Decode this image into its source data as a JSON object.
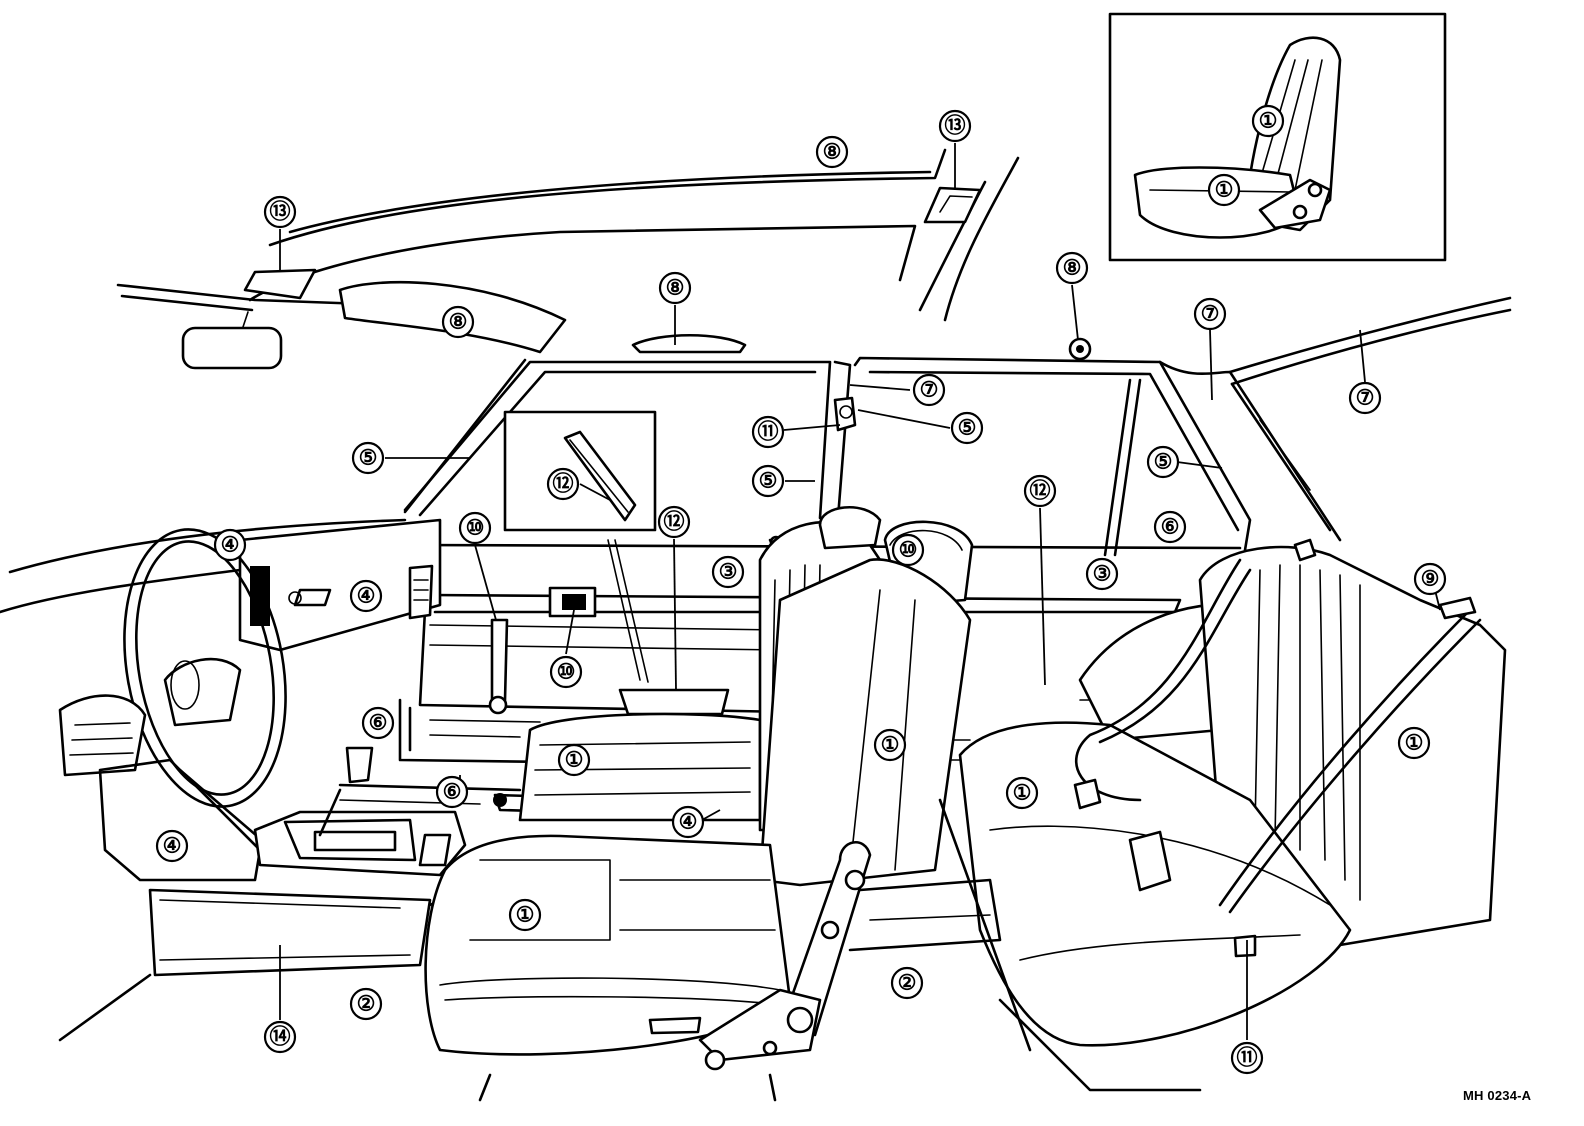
{
  "figure": {
    "code": "MH 0234-A",
    "callouts": [
      {
        "id": "c-1-inset-back",
        "label": "①"
      },
      {
        "id": "c-1-inset-cushion",
        "label": "①"
      },
      {
        "id": "c-1-front-cushion-rear",
        "label": "①"
      },
      {
        "id": "c-1-front-back",
        "label": "①"
      },
      {
        "id": "c-1-front-cushion",
        "label": "①"
      },
      {
        "id": "c-1-rear-cushion",
        "label": "①"
      },
      {
        "id": "c-1-rear-back",
        "label": "①"
      },
      {
        "id": "c-2-floor-left",
        "label": "②"
      },
      {
        "id": "c-2-floor-center",
        "label": "②"
      },
      {
        "id": "c-3-front-door-panel",
        "label": "③"
      },
      {
        "id": "c-3-rear-quarter-panel",
        "label": "③"
      },
      {
        "id": "c-4-instrument-panel-upper",
        "label": "④"
      },
      {
        "id": "c-4-instrument-panel-center",
        "label": "④"
      },
      {
        "id": "c-4-lower-panel",
        "label": "④"
      },
      {
        "id": "c-4-console",
        "label": "④"
      },
      {
        "id": "c-5-front-pillar",
        "label": "⑤"
      },
      {
        "id": "c-5-center-pillar-lower",
        "label": "⑤"
      },
      {
        "id": "c-5-center-pillar-upper",
        "label": "⑤"
      },
      {
        "id": "c-5-rear-window",
        "label": "⑤"
      },
      {
        "id": "c-6-kick-panel",
        "label": "⑥"
      },
      {
        "id": "c-6-scuff-plate",
        "label": "⑥"
      },
      {
        "id": "c-6-quarter-trim",
        "label": "⑥"
      },
      {
        "id": "c-7-center-pillar",
        "label": "⑦"
      },
      {
        "id": "c-7-roof-rail",
        "label": "⑦"
      },
      {
        "id": "c-7-rear-pillar",
        "label": "⑦"
      },
      {
        "id": "c-8-roof-top",
        "label": "⑧"
      },
      {
        "id": "c-8-sun-visor",
        "label": "⑧"
      },
      {
        "id": "c-8-assist-grip",
        "label": "⑧"
      },
      {
        "id": "c-8-coat-hook",
        "label": "⑧"
      },
      {
        "id": "c-9-seat-belt-anchor",
        "label": "⑨"
      },
      {
        "id": "c-10-window-regulator",
        "label": "⑩"
      },
      {
        "id": "c-10-door-handle",
        "label": "⑩"
      },
      {
        "id": "c-10-headrest",
        "label": "⑩"
      },
      {
        "id": "c-11-belt-anchor-upper",
        "label": "⑪"
      },
      {
        "id": "c-11-belt-buckle",
        "label": "⑪"
      },
      {
        "id": "c-12-armrest-inset",
        "label": "⑫"
      },
      {
        "id": "c-12-front-armrest",
        "label": "⑫"
      },
      {
        "id": "c-12-rear-armrest",
        "label": "⑫"
      },
      {
        "id": "c-13-room-lamp-front",
        "label": "⑬"
      },
      {
        "id": "c-13-room-lamp-rear",
        "label": "⑬"
      },
      {
        "id": "c-14-sill-garnish",
        "label": "⑭"
      }
    ]
  }
}
